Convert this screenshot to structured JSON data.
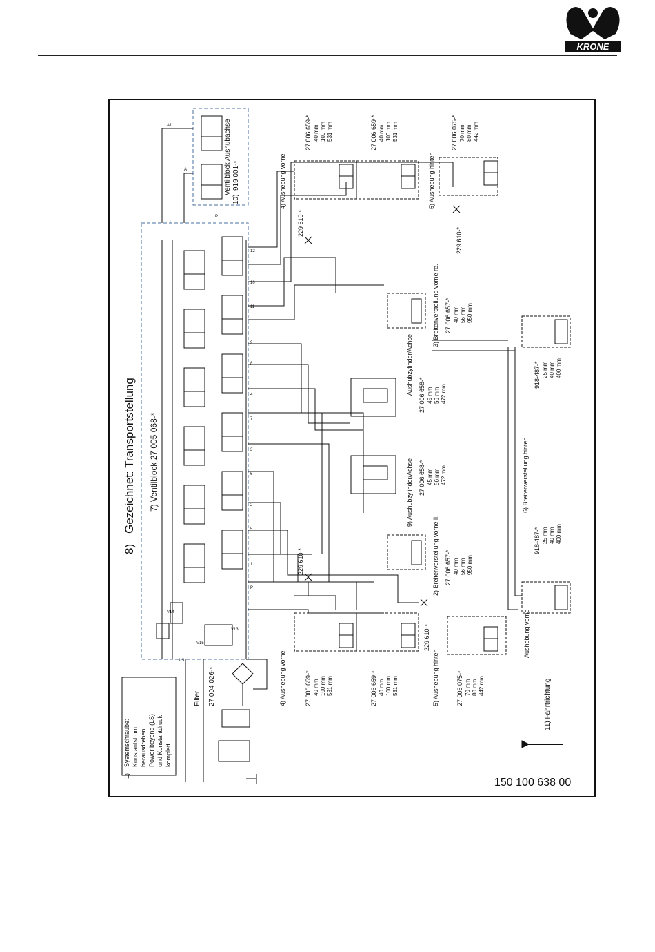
{
  "brand": {
    "name": "KRONE",
    "color": "#111111"
  },
  "drawing_number": "150 100 638 00",
  "title": {
    "num": "8)",
    "text": "Gezeichnet: Transportstellung"
  },
  "note": {
    "num": "1)",
    "lines": [
      "Systemschraube:",
      "Konstantstrom:",
      "herausdrehen",
      "Power beyond (LS)",
      "und Konstantdruck",
      "komplett"
    ]
  },
  "filter": {
    "label": "Filter",
    "part": "27 004 026-*"
  },
  "ventilblock": {
    "label": "7) Ventilblock 27 005 068-*",
    "valves": [
      "V13",
      "V14",
      "V15"
    ]
  },
  "ventilblock_achse": {
    "num": "10)",
    "label": "Ventilblock Aushubachse",
    "part": "919 001-*"
  },
  "ports": [
    "P",
    "1",
    "2",
    "3",
    "4",
    "5",
    "6",
    "7",
    "8",
    "9",
    "10",
    "11",
    "12"
  ],
  "port_labels": [
    "LS",
    "T",
    "P",
    "A1",
    "A"
  ],
  "groups": {
    "aushebung_vorne_top": {
      "label": "4) Aushebung vorne",
      "parts": [
        {
          "part": "27 006 659-*",
          "dims": [
            "40 mm",
            "100 mm",
            "531 mm"
          ]
        },
        {
          "part": "27 006 659-*",
          "dims": [
            "40 mm",
            "100 mm",
            "531 mm"
          ]
        }
      ],
      "hose": "229 610-*"
    },
    "aushebung_hinten_top": {
      "label": "5) Aushebung hinten",
      "part": "27 006 075-*",
      "dims": [
        "70 mm",
        "80 mm",
        "442 mm"
      ],
      "hose": "229 610-*"
    },
    "breiten_re": {
      "label": "3) Breitenverstellung vorne re.",
      "part": "27 006 657-*",
      "dims": [
        "40 mm",
        "56 mm",
        "950 mm"
      ]
    },
    "breiten_li": {
      "label": "2) Breitenverstellung vorne li.",
      "part": "27 006 657-*",
      "dims": [
        "40 mm",
        "56 mm",
        "950 mm"
      ]
    },
    "aushubzylinder_1": {
      "label": "Aushubzylinder/Achse",
      "part": "27 006 658-*",
      "dims": [
        "45 mm",
        "56 mm",
        "472 mm"
      ]
    },
    "aushubzylinder_2": {
      "label": "9) Aushubzylinder/Achse",
      "part": "27 006 658-*",
      "dims": [
        "45 mm",
        "56 mm",
        "472 mm"
      ]
    },
    "breiten_hinten": {
      "label": "6) Breitenverstellung hinten",
      "parts": [
        {
          "part": "918-487-*",
          "dims": [
            "25 mm",
            "40 mm",
            "400 mm"
          ]
        },
        {
          "part": "918-487-*",
          "dims": [
            "25 mm",
            "40 mm",
            "400 mm"
          ]
        }
      ]
    },
    "aushebung_vorne_bottom": {
      "label": "4) Aushebung vorne",
      "parts": [
        {
          "part": "27 006 659-*",
          "dims": [
            "40 mm",
            "100 mm",
            "531 mm"
          ]
        },
        {
          "part": "27 006 659-*",
          "dims": [
            "40 mm",
            "100 mm",
            "531 mm"
          ]
        }
      ],
      "hose": "229 610-*"
    },
    "aushebung_hinten_bottom": {
      "label": "5) Aushebung hinten",
      "part": "27 006 075-*",
      "dims": [
        "70 mm",
        "80 mm",
        "442 mm"
      ],
      "hose": "229 610-*"
    },
    "aushebung_vorne_right": {
      "label": "Aushebung vorne"
    }
  },
  "fahrtrichtung": "11) Fahrtrichtung"
}
